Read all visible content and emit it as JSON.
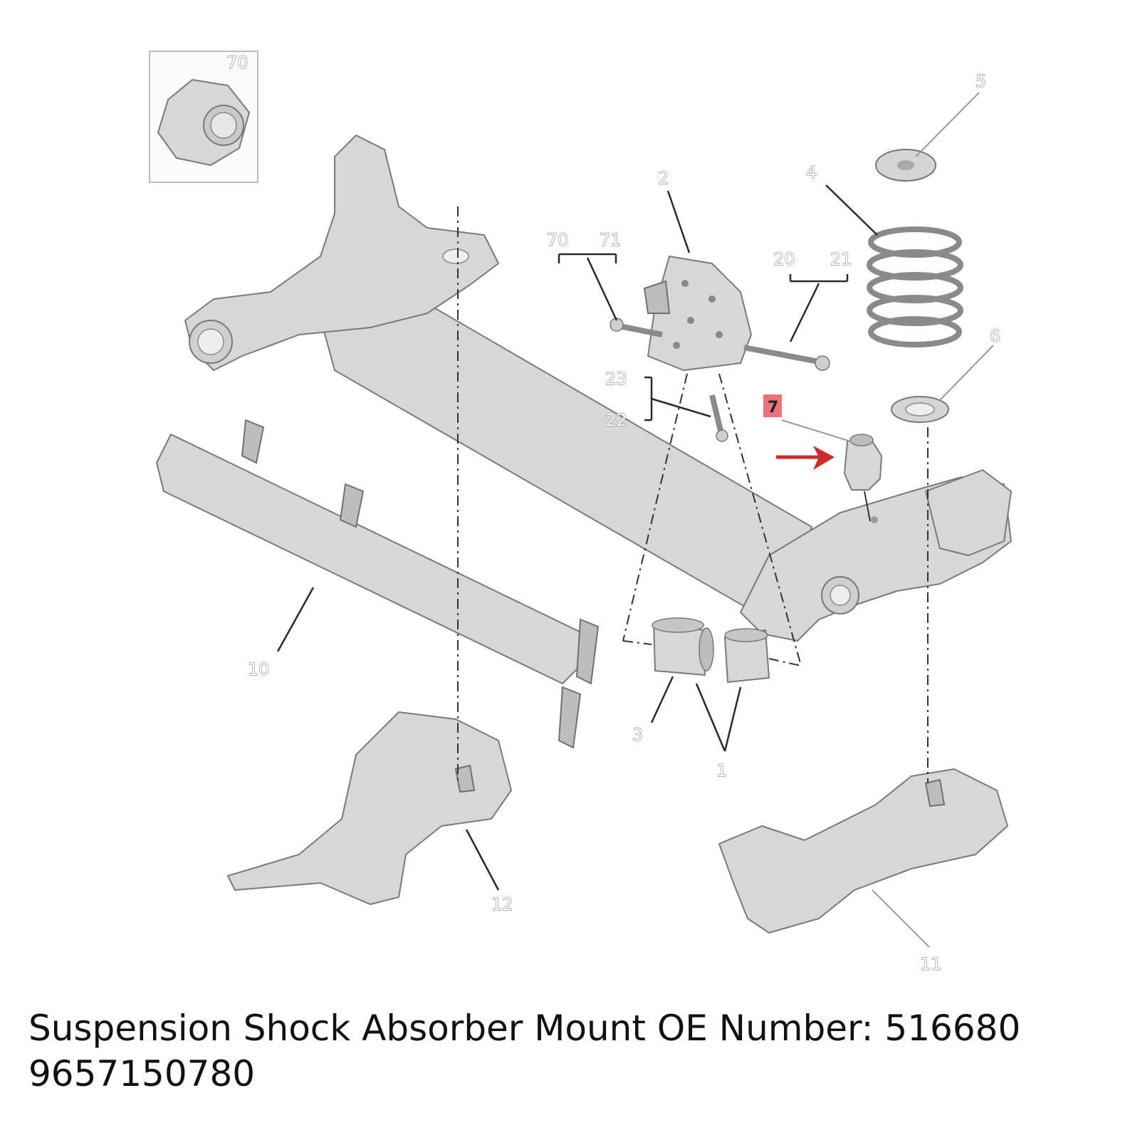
{
  "callouts": {
    "c70_inset": "70",
    "c2": "2",
    "c70": "70",
    "c71": "71",
    "c20": "20",
    "c21": "21",
    "c4": "4",
    "c5": "5",
    "c6": "6",
    "c7": "7",
    "c23": "23",
    "c22": "22",
    "c10": "10",
    "c3": "3",
    "c1": "1",
    "c12": "12",
    "c11": "11"
  },
  "caption": {
    "line1": "Suspension Shock Absorber Mount OE Number: 516680",
    "line2": "9657150780"
  },
  "colors": {
    "highlight_box": "#e8737a",
    "arrow": "#cc2b2b",
    "part_fill": "#d7d7d7"
  }
}
